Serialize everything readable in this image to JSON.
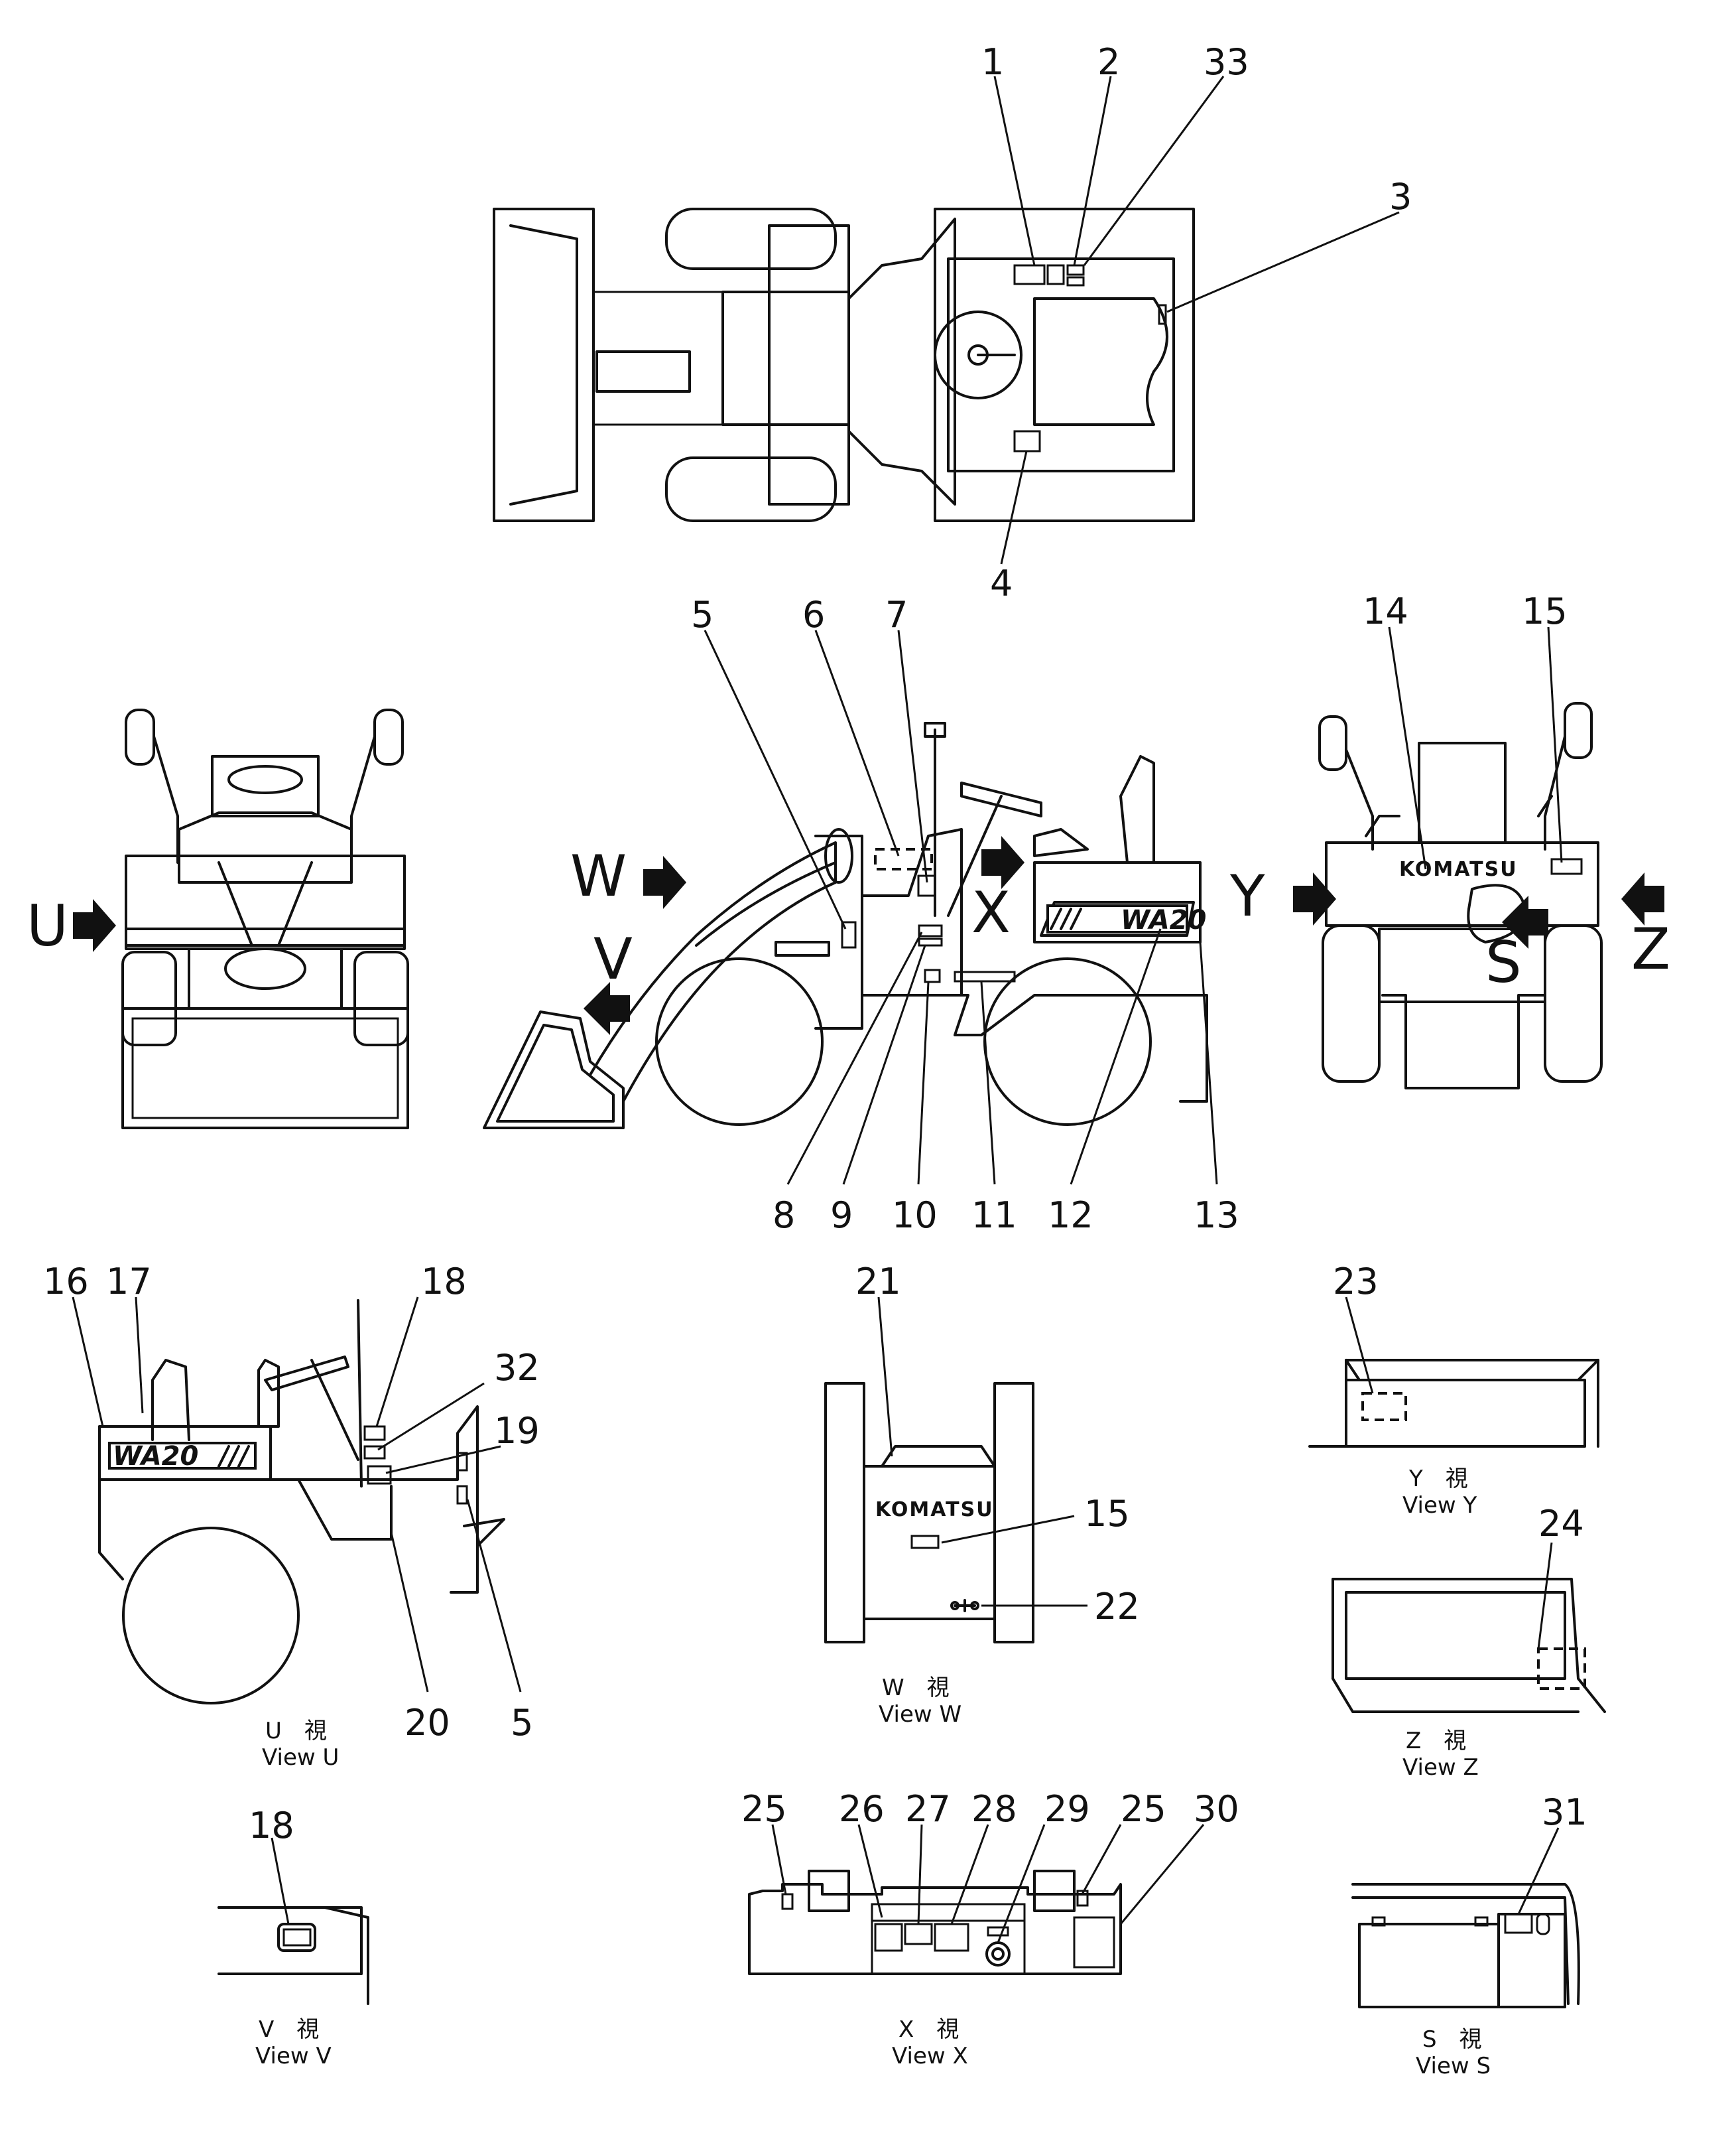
{
  "callouts": [
    "1",
    "2",
    "33",
    "3",
    "4",
    "5",
    "6",
    "7",
    "8",
    "9",
    "10",
    "11",
    "12",
    "13",
    "14",
    "15",
    "16",
    "17",
    "18",
    "32",
    "19",
    "20",
    "5",
    "21",
    "15",
    "22",
    "23",
    "24",
    "25",
    "26",
    "27",
    "28",
    "29",
    "25",
    "30",
    "31",
    "18"
  ],
  "view_letters": {
    "u": "U",
    "w": "W",
    "v": "V",
    "x": "X",
    "y": "Y",
    "z": "Z",
    "s": "S"
  },
  "brand": "KOMATSU",
  "model": "WA20",
  "views": {
    "u": {
      "jp": "U　視",
      "en": "View U"
    },
    "w": {
      "jp": "W　視",
      "en": "View W"
    },
    "y": {
      "jp": "Y　視",
      "en": "View Y"
    },
    "z": {
      "jp": "Z　視",
      "en": "View Z"
    },
    "v": {
      "jp": "V　視",
      "en": "View V"
    },
    "x": {
      "jp": "X　視",
      "en": "View X"
    },
    "s": {
      "jp": "S　視",
      "en": "View S"
    }
  }
}
